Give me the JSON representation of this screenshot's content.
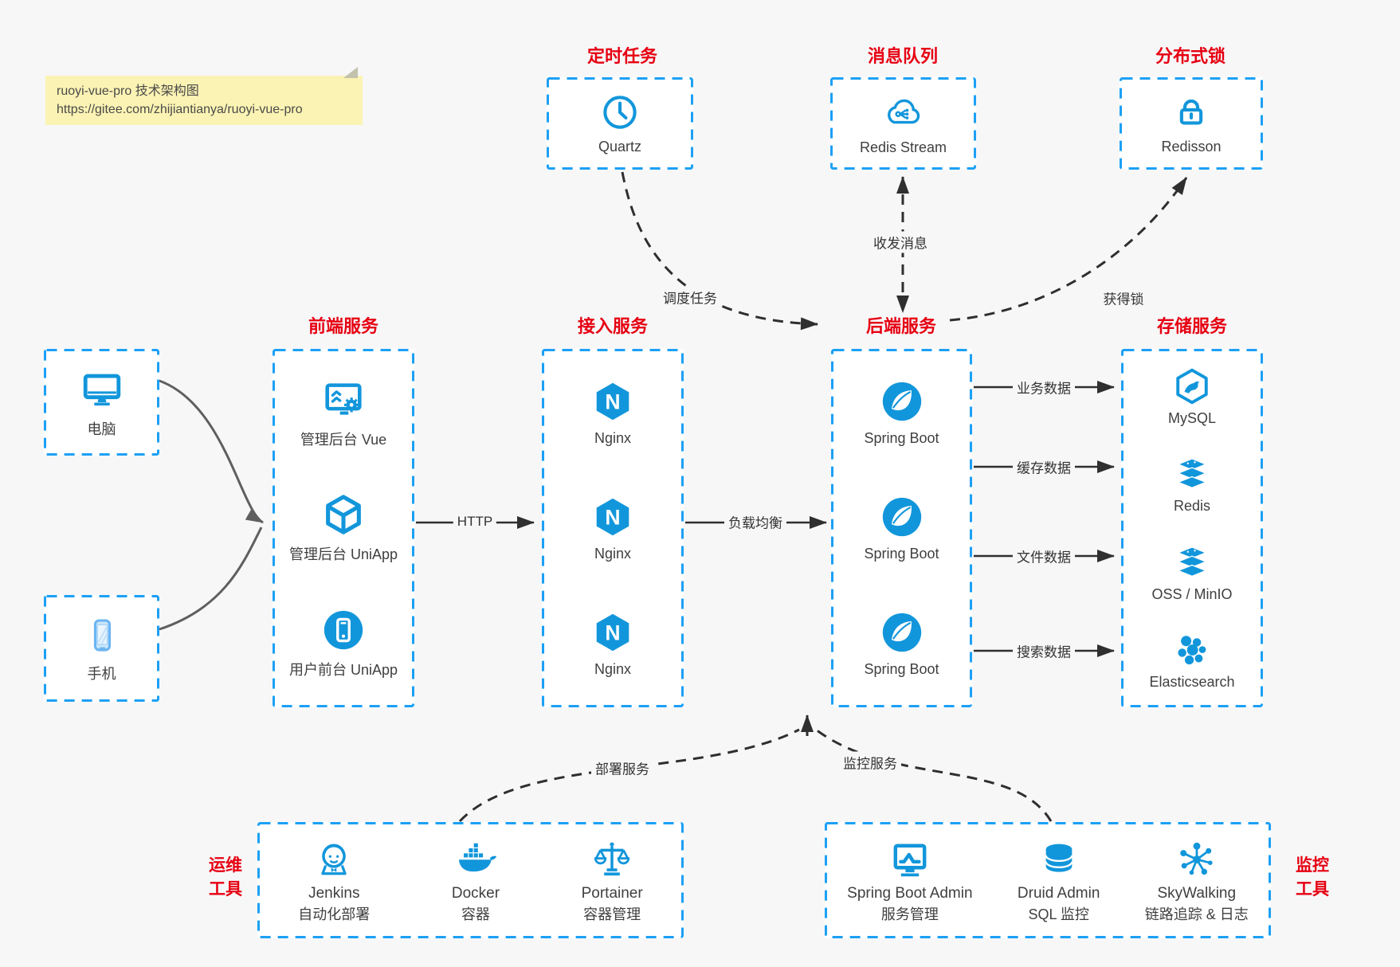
{
  "colors": {
    "icon_blue": "#1296db",
    "border_blue": "#1ca0f5",
    "title_red": "#e60012",
    "note_bg": "#fbf3b3",
    "arrow_dark": "#2f2f2f",
    "arrow_gray": "#5f5f5f",
    "canvas_bg": "#f7f7f8"
  },
  "note": {
    "line1": "ruoyi-vue-pro 技术架构图",
    "line2": "https://gitee.com/zhijiantianya/ruoyi-vue-pro"
  },
  "icons": {
    "nginx_letter": "N"
  },
  "sections": {
    "scheduler": {
      "title": "定时任务",
      "node": "Quartz"
    },
    "mq": {
      "title": "消息队列",
      "node": "Redis Stream"
    },
    "lock": {
      "title": "分布式锁",
      "node": "Redisson"
    },
    "clients": {
      "computer": "电脑",
      "phone": "手机"
    },
    "frontend": {
      "title": "前端服务",
      "items": [
        "管理后台 Vue",
        "管理后台 UniApp",
        "用户前台 UniApp"
      ]
    },
    "gateway": {
      "title": "接入服务",
      "items": [
        "Nginx",
        "Nginx",
        "Nginx"
      ]
    },
    "backend": {
      "title": "后端服务",
      "items": [
        "Spring Boot",
        "Spring Boot",
        "Spring Boot"
      ]
    },
    "storage": {
      "title": "存储服务",
      "items": [
        "MySQL",
        "Redis",
        "OSS / MinIO",
        "Elasticsearch"
      ]
    },
    "ops": {
      "title": "运维工具",
      "title_line1": "运维",
      "title_line2": "工具",
      "items": [
        {
          "name": "Jenkins",
          "desc": "自动化部署"
        },
        {
          "name": "Docker",
          "desc": "容器"
        },
        {
          "name": "Portainer",
          "desc": "容器管理"
        }
      ]
    },
    "monitoring": {
      "title": "监控工具",
      "title_line1": "监控",
      "title_line2": "工具",
      "items": [
        {
          "name": "Spring Boot Admin",
          "desc": "服务管理"
        },
        {
          "name": "Druid Admin",
          "desc": "SQL 监控"
        },
        {
          "name": "SkyWalking",
          "desc": "链路追踪 & 日志"
        }
      ]
    }
  },
  "edges": {
    "schedule": "调度任务",
    "message": "收发消息",
    "acquire_lock": "获得锁",
    "http": "HTTP",
    "load_balance": "负载均衡",
    "biz_data": "业务数据",
    "cache_data": "缓存数据",
    "file_data": "文件数据",
    "search_data": "搜索数据",
    "deploy": "部署服务",
    "monitor": "监控服务"
  }
}
